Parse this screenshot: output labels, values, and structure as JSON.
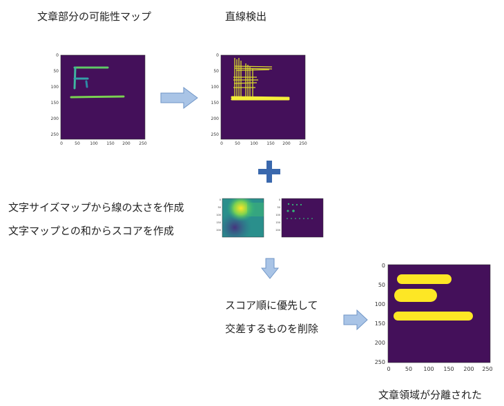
{
  "labels": {
    "text_region_map": "文章部分の可能性マップ",
    "line_detection": "直線検出",
    "size_map_line_width": "文字サイズマップから線の太さを作成",
    "char_map_sum_score": "文字マップとの和からスコアを作成",
    "priority_by_score": "スコア順に優先して",
    "remove_intersecting": "交差するものを削除",
    "text_regions_separated": "文章領域が分離された"
  },
  "axes": {
    "panel1": {
      "y_ticks": [
        "0",
        "50",
        "100",
        "150",
        "200",
        "250"
      ],
      "x_ticks": [
        "0",
        "50",
        "100",
        "150",
        "200",
        "250"
      ]
    },
    "panel2": {
      "y_ticks": [
        "0",
        "50",
        "100",
        "150",
        "200",
        "250"
      ],
      "x_ticks": [
        "0",
        "50",
        "100",
        "150",
        "200",
        "250"
      ]
    },
    "panel5": {
      "y_ticks": [
        "0",
        "50",
        "100",
        "150",
        "200",
        "250"
      ],
      "x_ticks": [
        "0",
        "50",
        "100",
        "150",
        "200",
        "250"
      ]
    }
  },
  "colors": {
    "viridis_bg": "#44105a",
    "viridis_yellow": "#fde725",
    "arrow_fill": "#a9c4e6",
    "arrow_stroke": "#6f95c6",
    "plus": "#3a68ad"
  }
}
